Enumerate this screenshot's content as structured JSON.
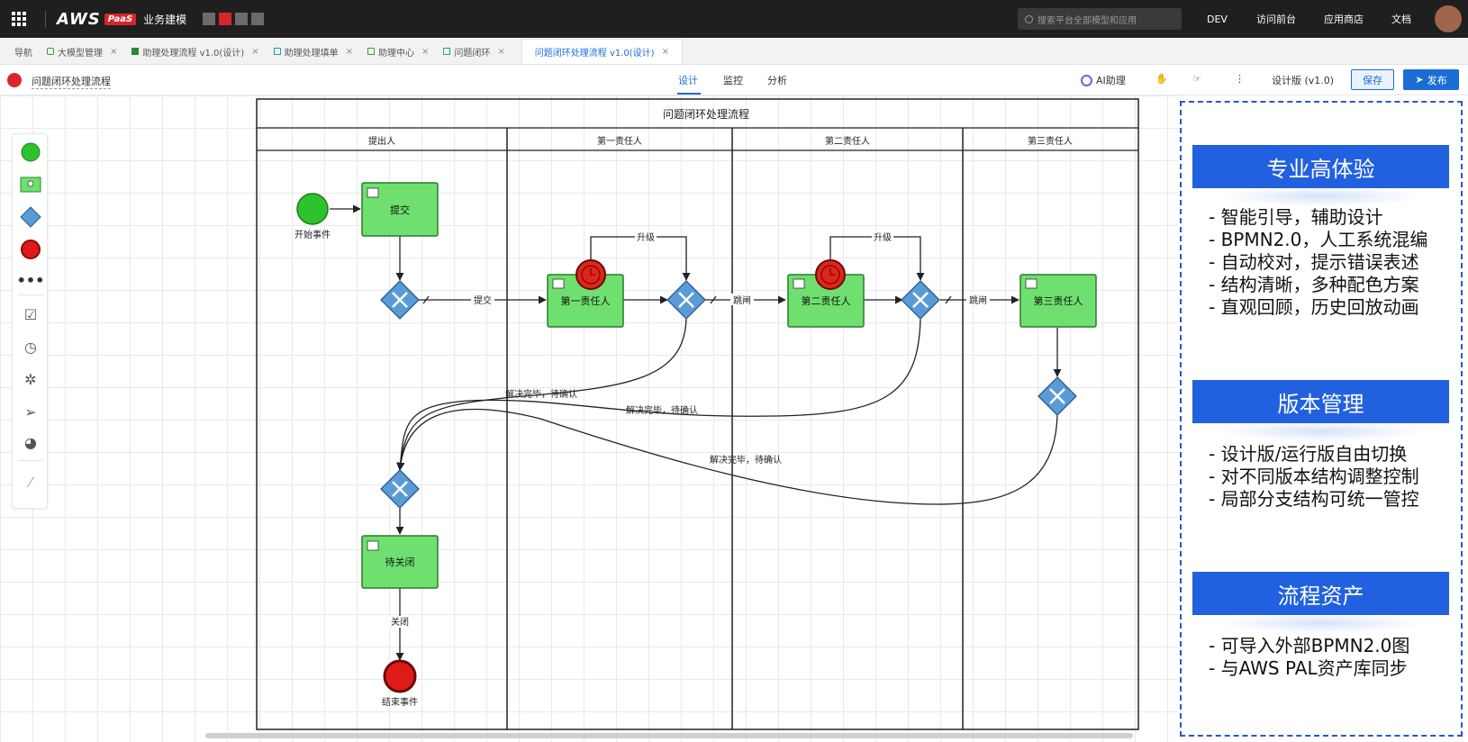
{
  "topbar": {
    "logo_text": "AWS",
    "logo_badge": "PaaS",
    "app_name": "业务建模",
    "search_placeholder": "搜索平台全部模型和应用",
    "links": [
      "DEV",
      "访问前台",
      "应用商店",
      "文档"
    ]
  },
  "tabs": [
    {
      "label": "导航",
      "closable": false,
      "icon": ""
    },
    {
      "label": "大模型管理",
      "closable": true,
      "icon": "model-icon"
    },
    {
      "label": "助理处理流程 v1.0(设计)",
      "closable": true,
      "icon": "process-icon"
    },
    {
      "label": "助理处理填单",
      "closable": true,
      "icon": "form-icon"
    },
    {
      "label": "助理中心",
      "closable": true,
      "icon": "center-icon"
    },
    {
      "label": "问题闭环",
      "closable": true,
      "icon": "form-icon"
    },
    {
      "label": "问题闭环处理流程 v1.0(设计)",
      "closable": true,
      "icon": "",
      "active": true
    }
  ],
  "toolbar": {
    "title": "问题闭环处理流程",
    "modes": [
      "设计",
      "监控",
      "分析"
    ],
    "active_mode": "设计",
    "ai_label": "AI助理",
    "version_label": "设计版 (v1.0)",
    "save_label": "保存",
    "publish_label": "发布"
  },
  "diagram": {
    "title": "问题闭环处理流程",
    "lanes": [
      "提出人",
      "第一责任人",
      "第二责任人",
      "第三责任人"
    ],
    "nodes": {
      "start": "开始事件",
      "submit": "提交",
      "first": "第一责任人",
      "second": "第二责任人",
      "third": "第三责任人",
      "pending_close": "待关闭",
      "end": "结束事件"
    },
    "edges": {
      "submit": "提交",
      "escalate1": "升级",
      "escalate2": "升级",
      "jump1": "跳闸",
      "jump2": "跳闸",
      "resolved1": "解决完毕，待确认",
      "resolved2": "解决完毕，待确认",
      "resolved3": "解决完毕，待确认",
      "close": "关闭"
    }
  },
  "side_panel": {
    "sections": [
      {
        "title": "专业高体验",
        "items": [
          "- 智能引导，辅助设计",
          "- BPMN2.0，人工系统混编",
          "- 自动校对，提示错误表述",
          "- 结构清晰，多种配色方案",
          "- 直观回顾，历史回放动画"
        ]
      },
      {
        "title": "版本管理",
        "items": [
          "- 设计版/运行版自由切换",
          "- 对不同版本结构调整控制",
          "- 局部分支结构可统一管控"
        ]
      },
      {
        "title": "流程资产",
        "items": [
          "- 可导入外部BPMN2.0图",
          "- 与AWS PAL资产库同步"
        ]
      }
    ]
  },
  "colors": {
    "accent": "#1a6dd6",
    "brand_red": "#d7262b",
    "task_green": "#6fe06f",
    "gateway_blue": "#5b9bd5",
    "panel_blue": "#2161e0"
  }
}
